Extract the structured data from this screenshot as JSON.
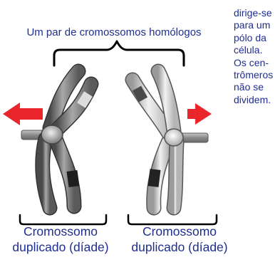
{
  "side_note": {
    "lines": [
      "dirige-se",
      "para um",
      "pólo da",
      "célula.",
      "Os cen-",
      "trômeros",
      "não se",
      "dividem."
    ]
  },
  "top_label": "Um par de cromossomos homólogos",
  "captions": {
    "left": {
      "line1": "Cromossomo",
      "line2": "duplicado (díade)"
    },
    "right": {
      "line1": "Cromossomo",
      "line2": "duplicado (díade)"
    }
  },
  "colors": {
    "text": "#1f2e8f",
    "arrow": "#e8262b",
    "chromatid_dark": "#3a3a3a",
    "chromatid_light": "#d4d4d4",
    "spindle_fiber": "#9a9a9a",
    "bracket": "#000000"
  },
  "icons": [
    "arrow-left-icon",
    "arrow-right-icon"
  ]
}
